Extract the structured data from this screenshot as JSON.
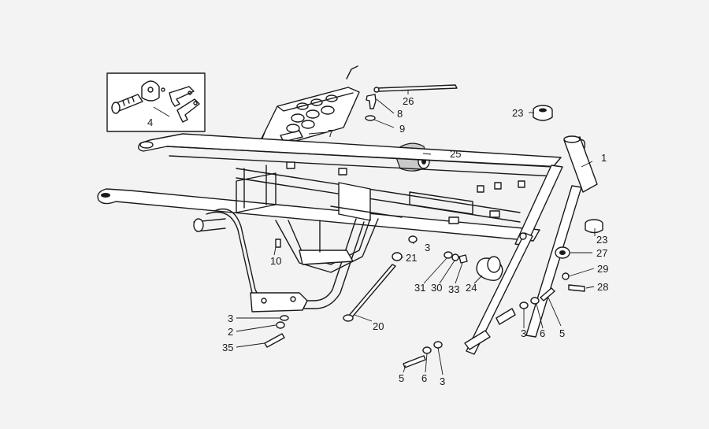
{
  "callouts": {
    "c1": "1",
    "c2": "2",
    "c3": "3",
    "c4": "4",
    "c5": "5",
    "c6": "6",
    "c7": "7",
    "c8": "8",
    "c9": "9",
    "c10": "10",
    "c20": "20",
    "c21": "21",
    "c23": "23",
    "c24": "24",
    "c25": "25",
    "c26": "26",
    "c27": "27",
    "c28": "28",
    "c29": "29",
    "c30": "30",
    "c31": "31",
    "c33": "33",
    "c35": "35"
  }
}
